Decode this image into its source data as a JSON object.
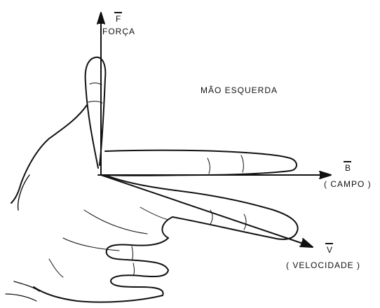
{
  "diagram": {
    "hand_label": "MÃO ESQUERDA",
    "force": {
      "symbol": "F",
      "label": "FORÇA"
    },
    "field": {
      "symbol": "B",
      "label": "( CAMPO )"
    },
    "velocity": {
      "symbol": "V",
      "label": "( VELOCIDADE )"
    }
  }
}
